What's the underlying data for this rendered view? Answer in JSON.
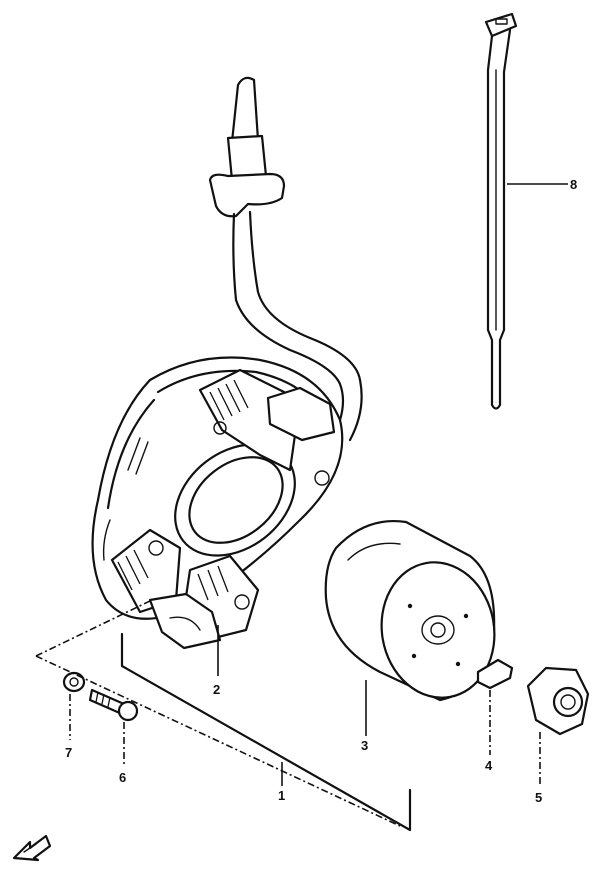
{
  "diagram": {
    "callouts": {
      "c1": "1",
      "c2": "2",
      "c3": "3",
      "c4": "4",
      "c5": "5",
      "c6": "6",
      "c7": "7",
      "c8": "8"
    },
    "icons": {
      "front_arrow": "front-direction-arrow-icon"
    }
  }
}
